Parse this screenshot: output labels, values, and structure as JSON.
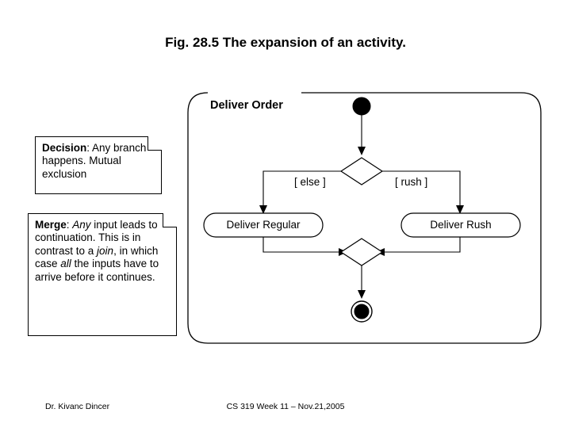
{
  "slide": {
    "title": "Fig. 28.5 The expansion of an activity.",
    "footer_left": "Dr. Kivanc Dincer",
    "footer_center": "CS 319 Week 11 – Nov.21,2005"
  },
  "diagram": {
    "activity_name": "Deliver Order",
    "nodes": [
      {
        "id": "start",
        "type": "initial-node",
        "label": ""
      },
      {
        "id": "decision",
        "type": "decision-diamond",
        "label": ""
      },
      {
        "id": "deliver-regular",
        "type": "action-state",
        "label": "Deliver Regular"
      },
      {
        "id": "deliver-rush",
        "type": "action-state",
        "label": "Deliver Rush"
      },
      {
        "id": "merge",
        "type": "merge-diamond",
        "label": ""
      },
      {
        "id": "final",
        "type": "final-node",
        "label": ""
      }
    ],
    "guards": [
      {
        "id": "guard-else",
        "label": "[ else ]"
      },
      {
        "id": "guard-rush",
        "label": "[ rush ]"
      }
    ],
    "notes": {
      "decision": {
        "lead": "Decision",
        "rest": ": Any branch happens. Mutual exclusion"
      },
      "merge": {
        "lead": "Merge",
        "part1": ": ",
        "em1": "Any",
        "part2": " input leads to continuation. This is in contrast to a ",
        "em2": "join",
        "part3": ", in which case ",
        "em3": "all",
        "part4": " the inputs have to arrive before it continues."
      }
    }
  }
}
